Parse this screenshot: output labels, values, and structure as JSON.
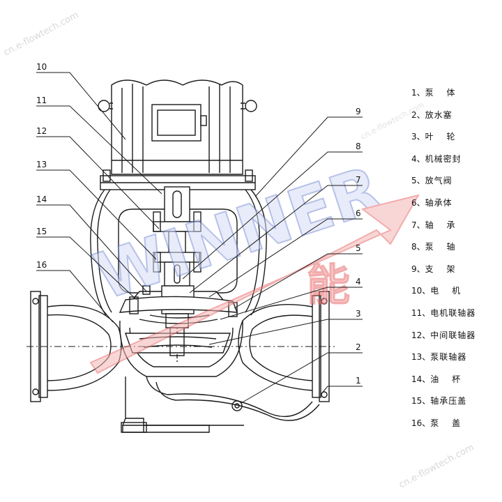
{
  "callouts": [
    {
      "num": "1",
      "label": "泵　 体"
    },
    {
      "num": "2",
      "label": "放水塞"
    },
    {
      "num": "3",
      "label": "叶　 轮"
    },
    {
      "num": "4",
      "label": "机械密封"
    },
    {
      "num": "5",
      "label": "放气阀"
    },
    {
      "num": "6",
      "label": "轴承体"
    },
    {
      "num": "7",
      "label": "轴　 承"
    },
    {
      "num": "8",
      "label": "泵　 轴"
    },
    {
      "num": "9",
      "label": "支　 架"
    },
    {
      "num": "10",
      "label": "电　 机"
    },
    {
      "num": "11",
      "label": "电机联轴器"
    },
    {
      "num": "12",
      "label": "中间联轴器"
    },
    {
      "num": "13",
      "label": "泵联轴器"
    },
    {
      "num": "14",
      "label": "油　 杯"
    },
    {
      "num": "15",
      "label": "轴承压盖"
    },
    {
      "num": "16",
      "label": "泵　 盖"
    }
  ],
  "separator": "、",
  "watermark": {
    "brand": "WINNER",
    "text": "cn.e-flowtech.com",
    "cn": "能"
  },
  "colors": {
    "line": "#1a1a1a",
    "watermark_red": "#e86a6a",
    "watermark_blue": "#7b8fd6"
  }
}
